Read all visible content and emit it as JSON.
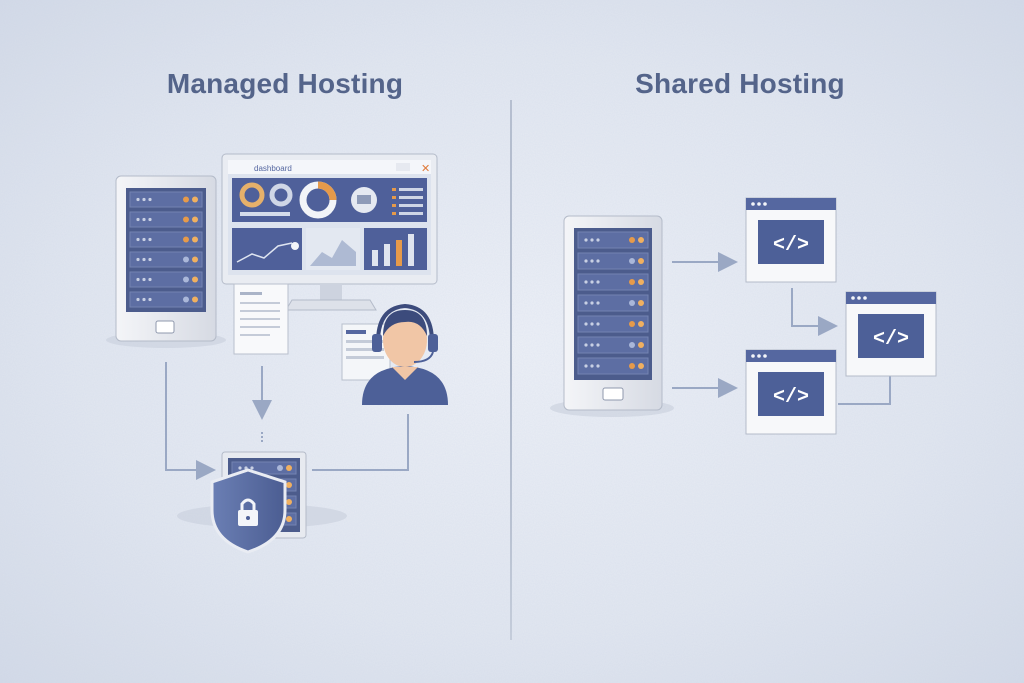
{
  "managed": {
    "title": "Managed Hosting",
    "dashboard_title": "dashboard"
  },
  "shared": {
    "title": "Shared Hosting",
    "site_code_glyph": "</>"
  },
  "colors": {
    "title": "#54648a",
    "primary": "#5567a0",
    "accent_orange": "#e69a4a",
    "line": "#9aa8c4"
  },
  "icons": [
    "server-icon",
    "monitor-icon",
    "document-icon",
    "support-agent-icon",
    "shield-lock-icon",
    "browser-window-icon",
    "code-icon"
  ]
}
